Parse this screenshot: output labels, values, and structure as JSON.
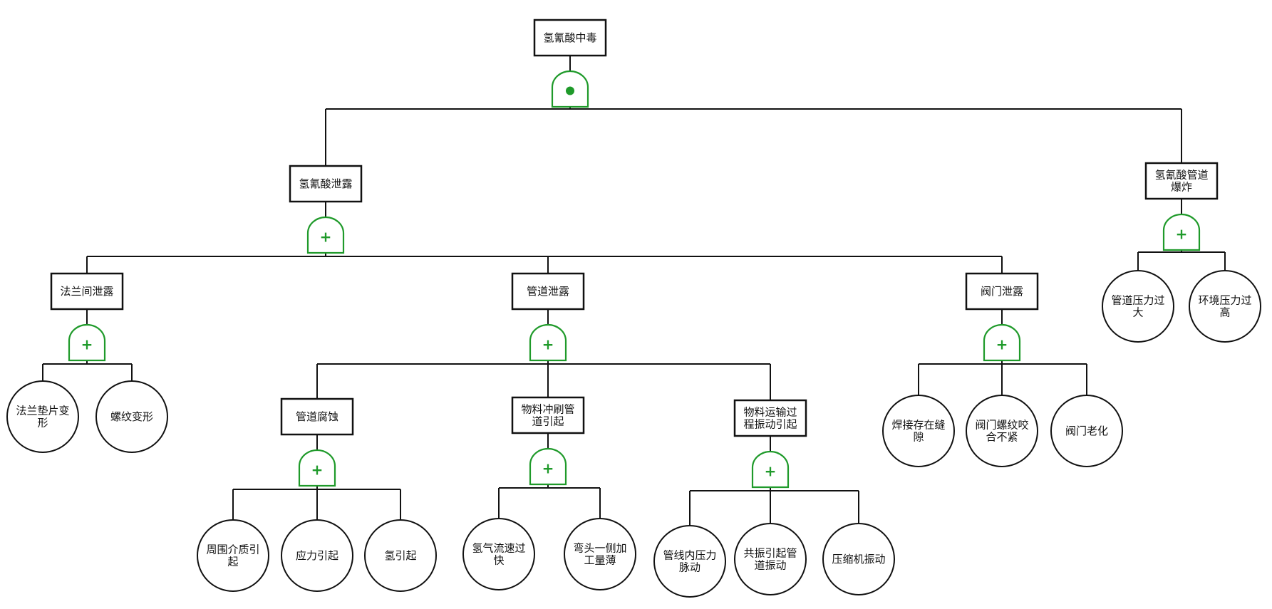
{
  "colors": {
    "line": "#111111",
    "gate": "#1f9a2a",
    "box_fill": "#ffffff"
  },
  "gate_types": {
    "and": "AND gate (filled dot)",
    "or": "OR gate (+)"
  },
  "nodes": {
    "top": {
      "lines": [
        "氢氰酸中毒"
      ],
      "gate": "and"
    },
    "leak": {
      "lines": [
        "氢氰酸泄露"
      ],
      "gate": "or"
    },
    "explo": {
      "lines": [
        "氢氰酸管道",
        "爆炸"
      ],
      "gate": "or"
    },
    "flange": {
      "lines": [
        "法兰间泄露"
      ],
      "gate": "or"
    },
    "pipe": {
      "lines": [
        "管道泄露"
      ],
      "gate": "or"
    },
    "valve": {
      "lines": [
        "阀门泄露"
      ],
      "gate": "or"
    },
    "corr": {
      "lines": [
        "管道腐蚀"
      ],
      "gate": "or"
    },
    "erode": {
      "lines": [
        "物料冲刷管",
        "道引起"
      ],
      "gate": "or"
    },
    "vib": {
      "lines": [
        "物料运输过",
        "程振动引起"
      ],
      "gate": "or"
    },
    "e_gasket": {
      "lines": [
        "法兰垫片变",
        "形"
      ]
    },
    "e_thread": {
      "lines": [
        "螺纹变形"
      ]
    },
    "e_medium": {
      "lines": [
        "周围介质引",
        "起"
      ]
    },
    "e_stress": {
      "lines": [
        "应力引起"
      ]
    },
    "e_h": {
      "lines": [
        "氢引起"
      ]
    },
    "e_flow": {
      "lines": [
        "氢气流速过",
        "快"
      ]
    },
    "e_elbow": {
      "lines": [
        "弯头一侧加",
        "工量薄"
      ]
    },
    "e_pulse": {
      "lines": [
        "管线内压力",
        "脉动"
      ]
    },
    "e_reson": {
      "lines": [
        "共振引起管",
        "道振动"
      ]
    },
    "e_comp": {
      "lines": [
        "压缩机振动"
      ]
    },
    "e_weld": {
      "lines": [
        "焊接存在缝",
        "隙"
      ]
    },
    "e_vthread": {
      "lines": [
        "阀门螺纹咬",
        "合不紧"
      ]
    },
    "e_vage": {
      "lines": [
        "阀门老化"
      ]
    },
    "e_pp": {
      "lines": [
        "管道压力过",
        "大"
      ]
    },
    "e_env": {
      "lines": [
        "环境压力过",
        "高"
      ]
    }
  },
  "edges": [
    [
      "top",
      "leak"
    ],
    [
      "top",
      "explo"
    ],
    [
      "leak",
      "flange"
    ],
    [
      "leak",
      "pipe"
    ],
    [
      "leak",
      "valve"
    ],
    [
      "explo",
      "e_pp"
    ],
    [
      "explo",
      "e_env"
    ],
    [
      "flange",
      "e_gasket"
    ],
    [
      "flange",
      "e_thread"
    ],
    [
      "pipe",
      "corr"
    ],
    [
      "pipe",
      "erode"
    ],
    [
      "pipe",
      "vib"
    ],
    [
      "valve",
      "e_weld"
    ],
    [
      "valve",
      "e_vthread"
    ],
    [
      "valve",
      "e_vage"
    ],
    [
      "corr",
      "e_medium"
    ],
    [
      "corr",
      "e_stress"
    ],
    [
      "corr",
      "e_h"
    ],
    [
      "erode",
      "e_flow"
    ],
    [
      "erode",
      "e_elbow"
    ],
    [
      "vib",
      "e_pulse"
    ],
    [
      "vib",
      "e_reson"
    ],
    [
      "vib",
      "e_comp"
    ]
  ]
}
